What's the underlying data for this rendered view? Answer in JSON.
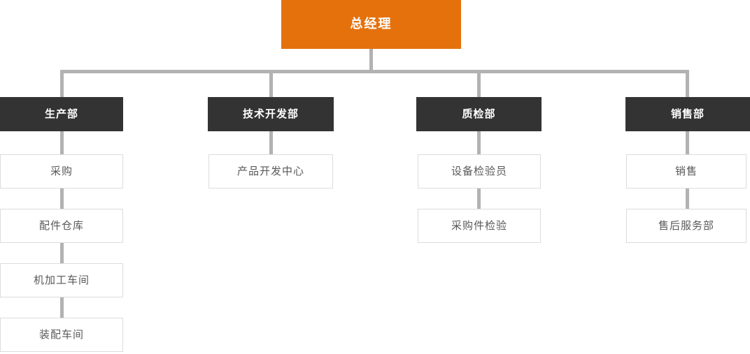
{
  "org_chart": {
    "root": {
      "label": "总经理"
    },
    "departments": [
      {
        "label": "生产部",
        "children": [
          "采购",
          "配件仓库",
          "机加工车间",
          "装配车间"
        ]
      },
      {
        "label": "技术开发部",
        "children": [
          "产品开发中心"
        ]
      },
      {
        "label": "质检部",
        "children": [
          "设备检验员",
          "采购件检验"
        ]
      },
      {
        "label": "销售部",
        "children": [
          "销售",
          "售后服务部"
        ]
      }
    ],
    "colors": {
      "root_bg": "#E5710D",
      "root_text": "#FFFFFF",
      "dept_bg": "#333333",
      "dept_text": "#FFFFFF",
      "leaf_bg": "#FFFFFF",
      "leaf_border": "#DCDCDC",
      "leaf_text": "#595959",
      "connector": "#B2B2B2"
    }
  }
}
